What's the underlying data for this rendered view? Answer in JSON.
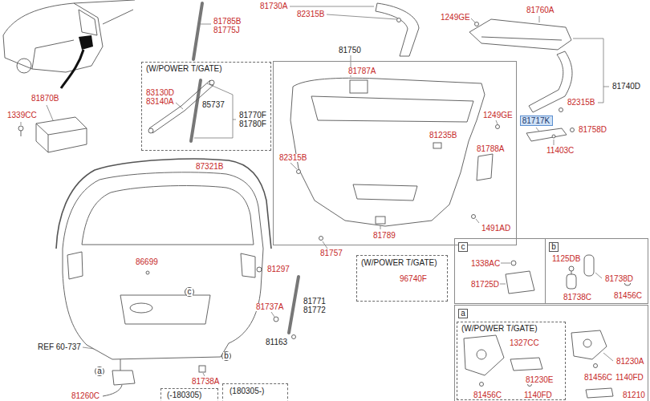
{
  "diagram": {
    "nodes": [
      {
        "text": [
          "(W/POWER T/GATE)",
          "83130D",
          "83140A",
          "85737",
          "81770F",
          "81780F"
        ]
      },
      {
        "text": [
          "81750",
          "81787A",
          "1249GE",
          "81235B",
          "81788A",
          "82315B",
          "1491AD",
          "81789"
        ]
      },
      {
        "text": [
          "81717K"
        ]
      },
      {
        "text": [
          "1338AC",
          "81725D"
        ]
      },
      {
        "text": [
          "c"
        ],
        "in": 3
      },
      {
        "text": [
          "1125DB",
          "81738D",
          "81738C",
          "81456C"
        ]
      },
      {
        "text": [
          "b"
        ],
        "in": 5
      },
      {
        "text": [
          "(W/POWER T/GATE)",
          "96740F"
        ]
      },
      {
        "text": [
          "c"
        ]
      },
      {
        "text": [
          "81230A",
          "81456C",
          "1140FD",
          "81210"
        ]
      },
      {
        "text": [
          "a"
        ],
        "in": 9
      },
      {
        "text": [
          "(W/POWER T/GATE)",
          "1327CC",
          "81230E",
          "81456C",
          "1140FD"
        ],
        "in": 9
      },
      {
        "text": [
          "b"
        ]
      },
      {
        "text": [
          "a"
        ]
      },
      {
        "text": [
          "(180305-)"
        ]
      },
      {
        "text": [
          "(-180305)"
        ]
      }
    ],
    "labels": [
      "81870B",
      "1339CC",
      "81785B",
      "81775J",
      "81730A",
      "82315B",
      "1249GE",
      "81760A",
      "81740D",
      "82315B",
      "81758D",
      "11403C",
      "81757",
      "87321B",
      "86699",
      "81297",
      "81737A",
      "81771",
      "81772",
      "81163",
      "REF 60-737",
      "81738A",
      "81260C"
    ]
  }
}
